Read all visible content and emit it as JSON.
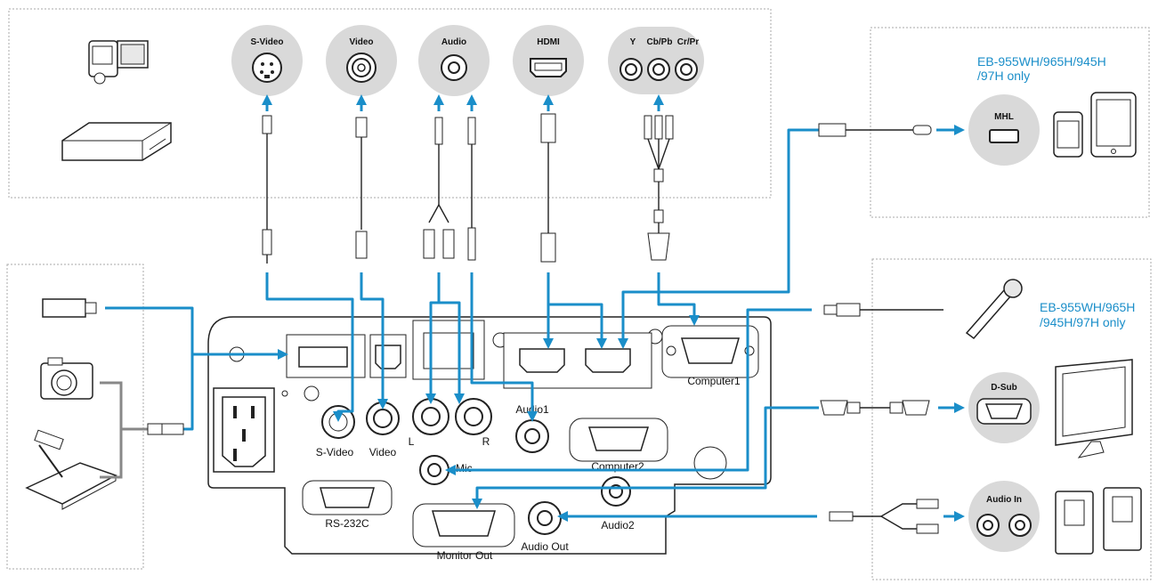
{
  "input_ports": {
    "svideo": "S-Video",
    "video": "Video",
    "audio": "Audio",
    "hdmi": "HDMI",
    "component_y": "Y",
    "component_cb": "Cb/Pb",
    "component_cr": "Cr/Pr"
  },
  "right_ports": {
    "mhl": "MHL",
    "dsub": "D-Sub",
    "audio_in": "Audio In"
  },
  "notes": {
    "mhl_line1": "EB-955WH/965H/945H",
    "mhl_line2": "/97H only",
    "mic_line1": "EB-955WH/965H",
    "mic_line2": "/945H/97H only"
  },
  "panel_labels": {
    "computer1": "Computer1",
    "computer2": "Computer2",
    "svideo": "S-Video",
    "video": "Video",
    "left": "L",
    "right": "R",
    "audio1": "Audio1",
    "mic": "Mic",
    "rs232c": "RS-232C",
    "monitor_out": "Monitor Out",
    "audio_out": "Audio Out",
    "audio2": "Audio2"
  },
  "colors": {
    "cable": "#1a8ec9",
    "usb_cable": "#888888",
    "port_bubble": "#d9d9d9",
    "panel_stroke": "#222222"
  }
}
